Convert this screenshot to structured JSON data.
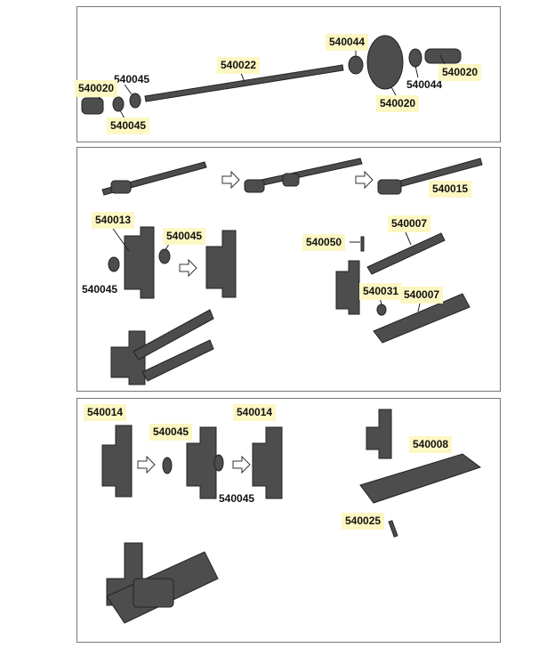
{
  "panels": [
    {
      "labels": [
        "540044",
        "540022",
        "540045",
        "540020",
        "540045",
        "540044",
        "540020",
        "540020"
      ]
    },
    {
      "labels": [
        "540015",
        "540013",
        "540045",
        "540045",
        "540050",
        "540007",
        "540031",
        "540007"
      ]
    },
    {
      "labels": [
        "540014",
        "540045",
        "540014",
        "540045",
        "540008",
        "540025"
      ]
    }
  ],
  "colors": {
    "highlight": "#fdf7c3",
    "part": "#4a4a4a",
    "border": "#777777"
  }
}
